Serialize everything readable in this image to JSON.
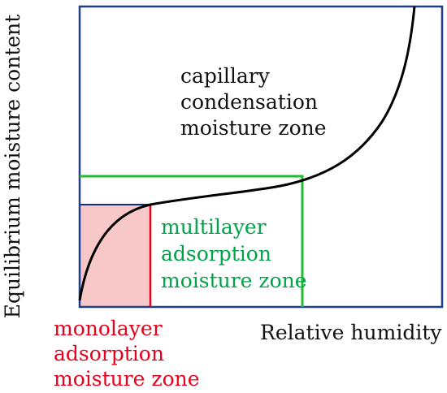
{
  "axes": {
    "xlabel": "Relative humidity",
    "ylabel": "Equilibrium moisture content"
  },
  "zones": {
    "capillary": {
      "lines": [
        "capillary",
        "condensation",
        "moisture zone"
      ]
    },
    "multilayer": {
      "lines": [
        "multilayer",
        "adsorption",
        "moisture zone"
      ]
    },
    "monolayer": {
      "lines": [
        "monolayer",
        "adsorption",
        "moisture zone"
      ]
    }
  },
  "colors": {
    "frame": "#1f3e8c",
    "curve": "#000000",
    "multilayer": "#22bb33",
    "monolayer_fill": "#f8c8c8",
    "monolayer_border": "#1a2a80",
    "monolayer_text": "#e8001c",
    "multilayer_text": "#00a34a"
  }
}
